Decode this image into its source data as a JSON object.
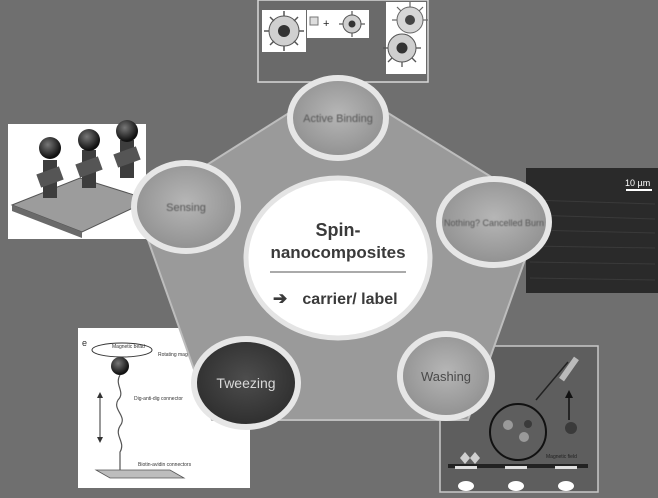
{
  "center": {
    "title_line1": "Spin-",
    "title_line2": "nanocomposites",
    "subtitle": "carrier/ label"
  },
  "nodes": {
    "top": "Active Binding",
    "left": "Sensing",
    "right": "Nothing? Cancelled Burn",
    "tweezing": "Tweezing",
    "washing": "Washing"
  },
  "panels": {
    "micrograph_scale": "10 µm",
    "tweezer_labels": {
      "magnetic_bead": "Magnetic bead",
      "rotating": "Rotating mag",
      "dig": "Dig-anti-dig connector",
      "biotin": "Biotin-avidin connectors"
    },
    "washing_label": "Magnetic field"
  },
  "colors": {
    "background": "#6f6f6f",
    "pentagon": "#9a9a9a",
    "node_fill": "#a9a9a9",
    "node_ring": "#e6e6e6",
    "tweezing_fill": "#3c3c3c"
  }
}
